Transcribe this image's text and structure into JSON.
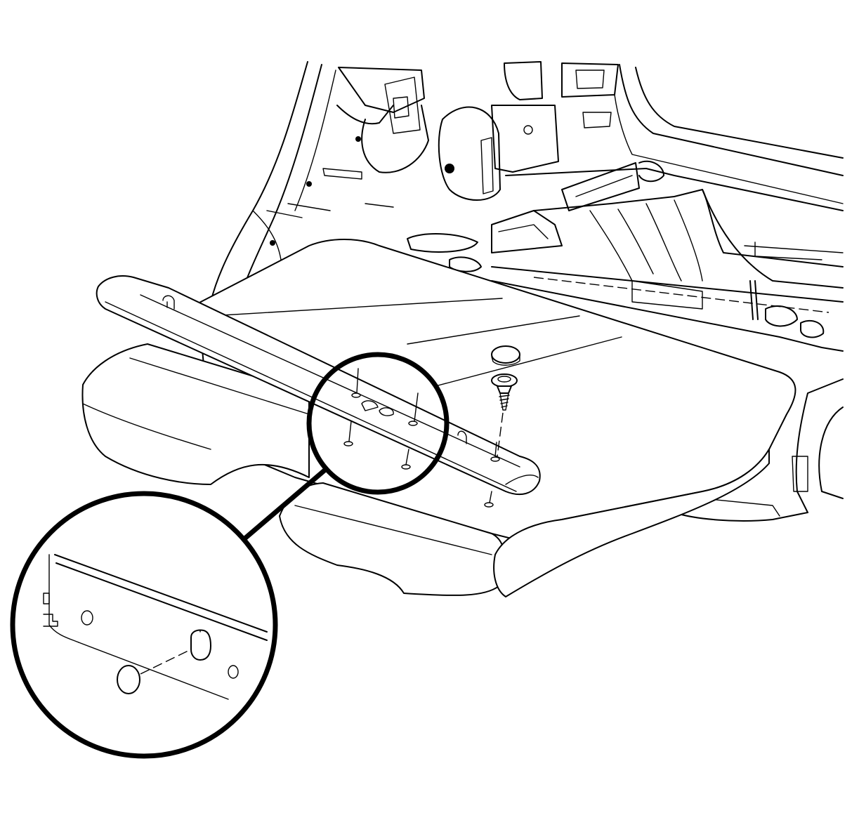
{
  "figure": {
    "main_view": "rear-compartment-floor-with-seat-cushion",
    "detail_callout": "magnified-retainer-bracket-with-plug",
    "fasteners": [
      "push-in-plug",
      "screw-with-washer"
    ],
    "line_color": "#000000",
    "background_color": "#ffffff"
  }
}
